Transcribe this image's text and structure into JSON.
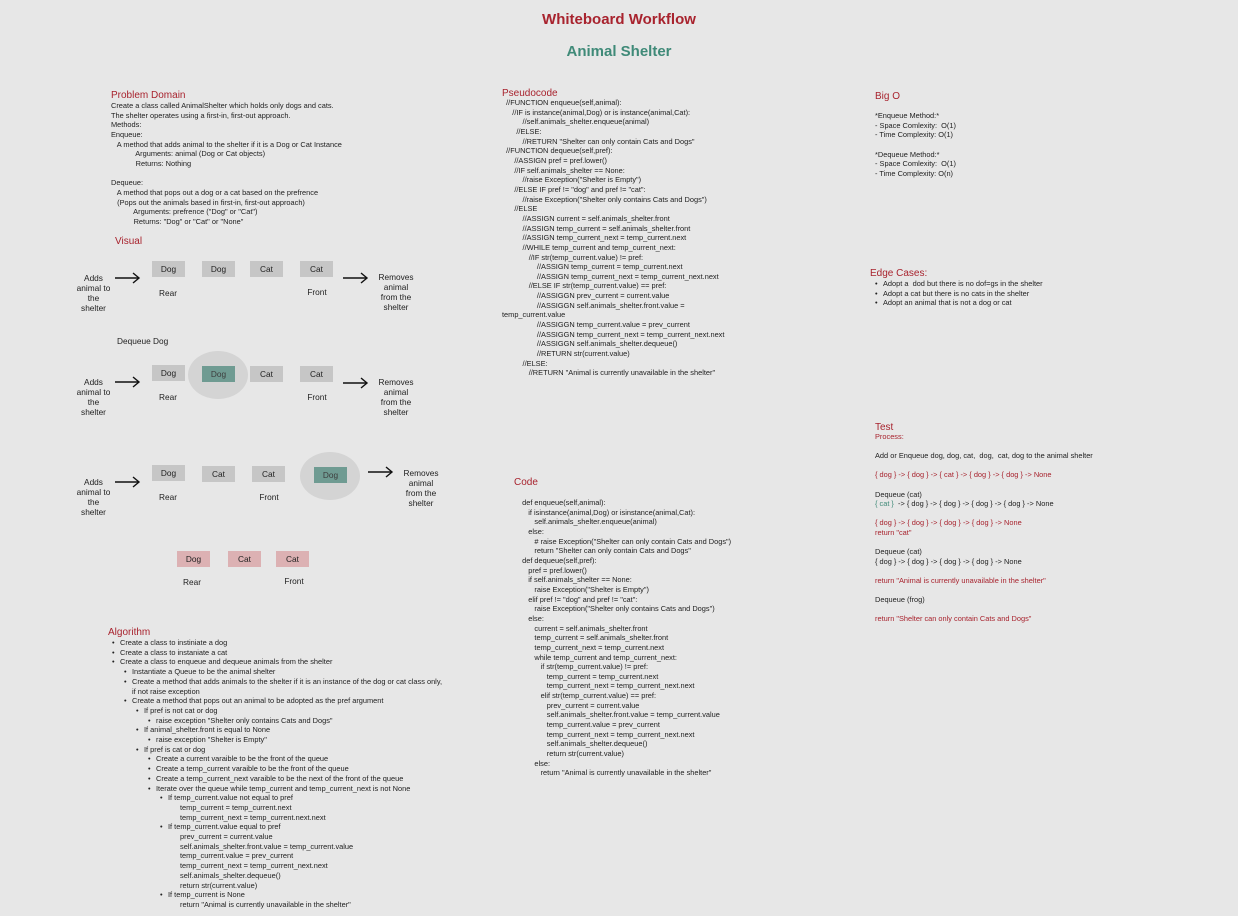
{
  "title": "Whiteboard Workflow",
  "subtitle": "Animal Shelter",
  "problem_domain": {
    "heading": "Problem Domain",
    "lines": [
      "Create a class called AnimalShelter which holds only dogs and cats.",
      "The shelter operates using a first-in, first-out approach.",
      "Methods:",
      "Enqueue:",
      "   A method that adds animal to the shelter if it is a Dog or Cat Instance",
      "            Arguments: animal (Dog or Cat objects)",
      "            Returns: Nothing",
      "",
      "Dequeue:",
      "   A method that pops out a dog or a cat based on the prefrence",
      "   (Pops out the animals based in first-in, first-out approach)",
      "           Arguments: prefrence (\"Dog\" or \"Cat\")",
      "           Returns: \"Dog\" or \"Cat\" or \"None\""
    ]
  },
  "visual": {
    "heading": "Visual",
    "adds_label": "Adds\nanimal to\nthe\nshelter",
    "removes_label": "Removes\nanimal\nfrom the\nshelter",
    "rear": "Rear",
    "front": "Front",
    "dequeue_label": "Dequeue Dog",
    "row1": [
      "Dog",
      "Dog",
      "Cat",
      "Cat"
    ],
    "row2": [
      "Dog",
      "Dog",
      "Cat",
      "Cat"
    ],
    "row3": [
      "Dog",
      "Cat",
      "Cat",
      "Dog"
    ],
    "row4": [
      "Dog",
      "Cat",
      "Cat"
    ]
  },
  "algorithm": {
    "heading": "Algorithm",
    "items": [
      {
        "indent": 0,
        "bullet": true,
        "text": "Create a class to instiniate a dog"
      },
      {
        "indent": 0,
        "bullet": true,
        "text": "Create a class to instaniate a cat"
      },
      {
        "indent": 0,
        "bullet": true,
        "text": "Create a class to enqueue and dequeue animals from the shelter"
      },
      {
        "indent": 1,
        "bullet": true,
        "text": "Instantiate a Queue to be the animal shelter"
      },
      {
        "indent": 1,
        "bullet": true,
        "text": "Create a method that adds animals to the shelter if it is an instance of the dog or cat class only,"
      },
      {
        "indent": 1,
        "bullet": false,
        "text": "if not raise exception"
      },
      {
        "indent": 1,
        "bullet": true,
        "text": "Create a method that pops out an animal to be adopted as the pref argument"
      },
      {
        "indent": 2,
        "bullet": true,
        "text": "If pref is not cat or dog"
      },
      {
        "indent": 3,
        "bullet": true,
        "text": "raise exception \"Shelter only contains Cats and Dogs\""
      },
      {
        "indent": 2,
        "bullet": true,
        "text": "If animal_shelter.front is equal to None"
      },
      {
        "indent": 3,
        "bullet": true,
        "text": "raise exception \"Shelter is Empty\""
      },
      {
        "indent": 2,
        "bullet": true,
        "text": "If pref is cat or dog"
      },
      {
        "indent": 3,
        "bullet": true,
        "text": "Create a current varaible to be the front of the queue"
      },
      {
        "indent": 3,
        "bullet": true,
        "text": "Create a temp_current varaible to be the front of the queue"
      },
      {
        "indent": 3,
        "bullet": true,
        "text": "Create a temp_current_next varaible to be the next of the front of the queue"
      },
      {
        "indent": 3,
        "bullet": true,
        "text": "Iterate over the queue while temp_current and temp_current_next is not None"
      },
      {
        "indent": 4,
        "bullet": true,
        "text": "If temp_current.value not equal to pref"
      },
      {
        "indent": 5,
        "bullet": false,
        "text": "temp_current = temp_current.next"
      },
      {
        "indent": 5,
        "bullet": false,
        "text": "temp_current_next = temp_current.next.next"
      },
      {
        "indent": 4,
        "bullet": true,
        "text": "If temp_current.value equal to pref"
      },
      {
        "indent": 5,
        "bullet": false,
        "text": "prev_current = current.value"
      },
      {
        "indent": 5,
        "bullet": false,
        "text": "self.animals_shelter.front.value = temp_current.value"
      },
      {
        "indent": 5,
        "bullet": false,
        "text": "temp_current.value = prev_current"
      },
      {
        "indent": 5,
        "bullet": false,
        "text": "temp_current_next = temp_current_next.next"
      },
      {
        "indent": 5,
        "bullet": false,
        "text": "self.animals_shelter.dequeue()"
      },
      {
        "indent": 5,
        "bullet": false,
        "text": "return str(current.value)"
      },
      {
        "indent": 4,
        "bullet": true,
        "text": "If temp_current is None"
      },
      {
        "indent": 5,
        "bullet": false,
        "text": "return \"Animal is currently unavailable in the shelter\""
      }
    ]
  },
  "pseudocode": {
    "heading": "Pseudocode",
    "lines": [
      "  //FUNCTION enqueue(self,animal):",
      "     //IF is instance(animal,Dog) or is instance(animal,Cat):",
      "          //self.animals_shelter.enqueue(animal)",
      "       //ELSE:",
      "          //RETURN \"Shelter can only contain Cats and Dogs\"",
      "  //FUNCTION dequeue(self,pref):",
      "      //ASSIGN pref = pref.lower()",
      "      //IF self.animals_shelter == None:",
      "          //raise Exception(\"Shelter is Empty\")",
      "      //ELSE IF pref != \"dog\" and pref != \"cat\":",
      "          //raise Exception(\"Shelter only contains Cats and Dogs\")",
      "      //ELSE",
      "          //ASSIGN current = self.animals_shelter.front",
      "          //ASSIGN temp_current = self.animals_shelter.front",
      "          //ASSIGN temp_current_next = temp_current.next",
      "          //WHILE temp_current and temp_current_next:",
      "             //IF str(temp_current.value) != pref:",
      "                 //ASSIGN temp_current = temp_current.next",
      "                 //ASSIGN temp_current_next = temp_current_next.next",
      "             //ELSE IF str(temp_current.value) == pref:",
      "                 //ASSIGGN prev_current = current.value",
      "                 //ASSIGGN self.animals_shelter.front.value =",
      "temp_current.value",
      "                 //ASSIGGN temp_current.value = prev_current",
      "                 //ASSIGGN temp_current_next = temp_current_next.next",
      "                 //ASSIGGN self.animals_shelter.dequeue()",
      "                 //RETURN str(current.value)",
      "          //ELSE:",
      "             //RETURN \"Animal is currently unavailable in the shelter\""
    ]
  },
  "code": {
    "heading": "Code",
    "lines": [
      "  def enqueue(self,animal):",
      "     if isinstance(animal,Dog) or isinstance(animal,Cat):",
      "        self.animals_shelter.enqueue(animal)",
      "     else:",
      "        # raise Exception(\"Shelter can only contain Cats and Dogs\")",
      "        return \"Shelter can only contain Cats and Dogs\"",
      "  def dequeue(self,pref):",
      "     pref = pref.lower()",
      "     if self.animals_shelter == None:",
      "        raise Exception(\"Shelter is Empty\")",
      "     elif pref != \"dog\" and pref != \"cat\":",
      "        raise Exception(\"Shelter only contains Cats and Dogs\")",
      "     else:",
      "        current = self.animals_shelter.front",
      "        temp_current = self.animals_shelter.front",
      "        temp_current_next = temp_current.next",
      "        while temp_current and temp_current_next:",
      "           if str(temp_current.value) != pref:",
      "              temp_current = temp_current.next",
      "              temp_current_next = temp_current_next.next",
      "           elif str(temp_current.value) == pref:",
      "              prev_current = current.value",
      "              self.animals_shelter.front.value = temp_current.value",
      "              temp_current.value = prev_current",
      "              temp_current_next = temp_current_next.next",
      "              self.animals_shelter.dequeue()",
      "              return str(current.value)",
      "        else:",
      "           return \"Animal is currently unavailable in the shelter\""
    ]
  },
  "big_o": {
    "heading": "Big O",
    "lines": [
      "*Enqueue Method:*",
      "- Space Comlexity:  O(1)",
      "- Time Complexity: O(1)",
      "",
      "*Dequeue Method:*",
      "- Space Comlexity:  O(1)",
      "- Time Complexity: O(n)"
    ]
  },
  "edge_cases": {
    "heading": "Edge Cases:",
    "items": [
      "Adopt a  dod but there is no dof=gs in the shelter",
      "Adopt a cat but there is no cats in the shelter",
      "Adopt an animal that is not a dog or cat"
    ]
  },
  "test": {
    "heading": "Test",
    "process": "Process:",
    "intro": "Add or Enqueue dog, dog, cat,  dog,  cat, dog to the animal shelter",
    "queue1": "{ dog } -> { dog } -> { cat } -> { dog } -> { dog } -> None",
    "deq_cat1": "Dequeue (cat)",
    "queue2_cat": "{ cat } ",
    "queue2_rest": " -> { dog } -> { dog } -> { dog } -> { dog } -> None",
    "queue3": "{ dog } -> { dog } -> { dog } -> { dog } -> None",
    "return_cat": "return \"cat\"",
    "deq_cat2": "Dequeue (cat)",
    "queue4": "{ dog } -> { dog } -> { dog } -> { dog } -> None",
    "return_unavail": "return \"Animal is currently unavailable in the shelter\"",
    "deq_frog": "Dequeue (frog)",
    "return_only": "return \"Shelter can only contain Cats and Dogs\""
  }
}
